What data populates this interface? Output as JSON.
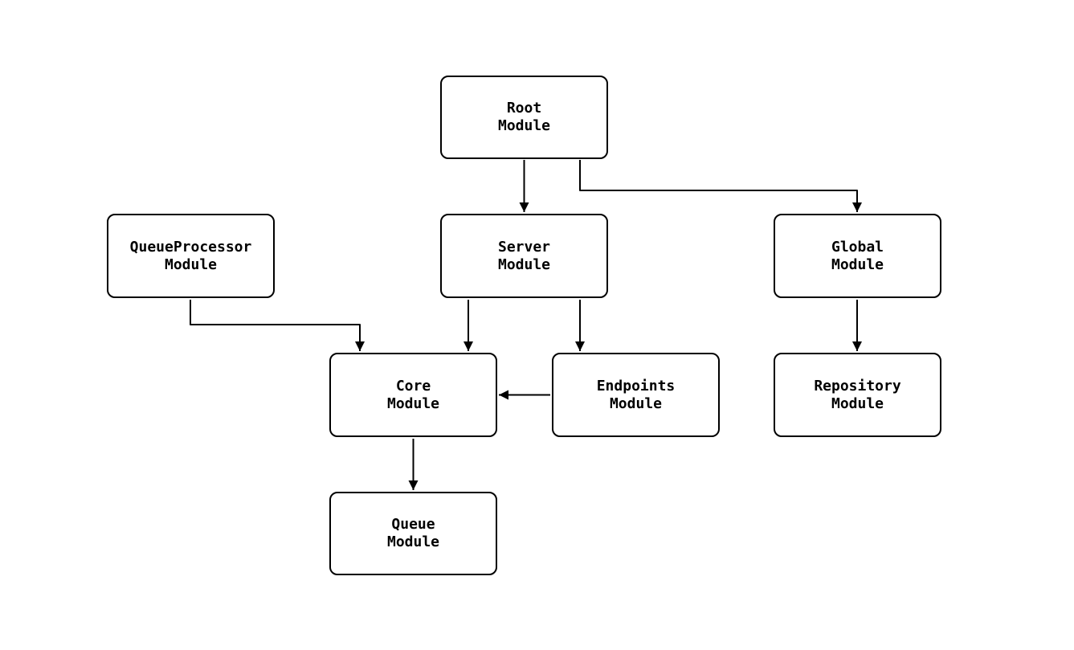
{
  "diagram": {
    "type": "flowchart",
    "direction": "top-down",
    "colors": {
      "background": "#ffffff",
      "node_fill": "#ffffff",
      "node_border": "#000000",
      "edge": "#000000",
      "text": "#000000"
    },
    "nodes": [
      {
        "id": "root",
        "line1": "Root",
        "line2": "Module"
      },
      {
        "id": "queueprocessor",
        "line1": "QueueProcessor",
        "line2": "Module"
      },
      {
        "id": "server",
        "line1": "Server",
        "line2": "Module"
      },
      {
        "id": "global",
        "line1": "Global",
        "line2": "Module"
      },
      {
        "id": "core",
        "line1": "Core",
        "line2": "Module"
      },
      {
        "id": "endpoints",
        "line1": "Endpoints",
        "line2": "Module"
      },
      {
        "id": "repository",
        "line1": "Repository",
        "line2": "Module"
      },
      {
        "id": "queue",
        "line1": "Queue",
        "line2": "Module"
      }
    ],
    "edges": [
      {
        "from": "Root Module",
        "to": "Server Module"
      },
      {
        "from": "Root Module",
        "to": "Global Module"
      },
      {
        "from": "QueueProcessor Module",
        "to": "Core Module"
      },
      {
        "from": "Server Module",
        "to": "Core Module"
      },
      {
        "from": "Server Module",
        "to": "Endpoints Module"
      },
      {
        "from": "Endpoints Module",
        "to": "Core Module"
      },
      {
        "from": "Core Module",
        "to": "Queue Module"
      },
      {
        "from": "Global Module",
        "to": "Repository Module"
      }
    ]
  }
}
